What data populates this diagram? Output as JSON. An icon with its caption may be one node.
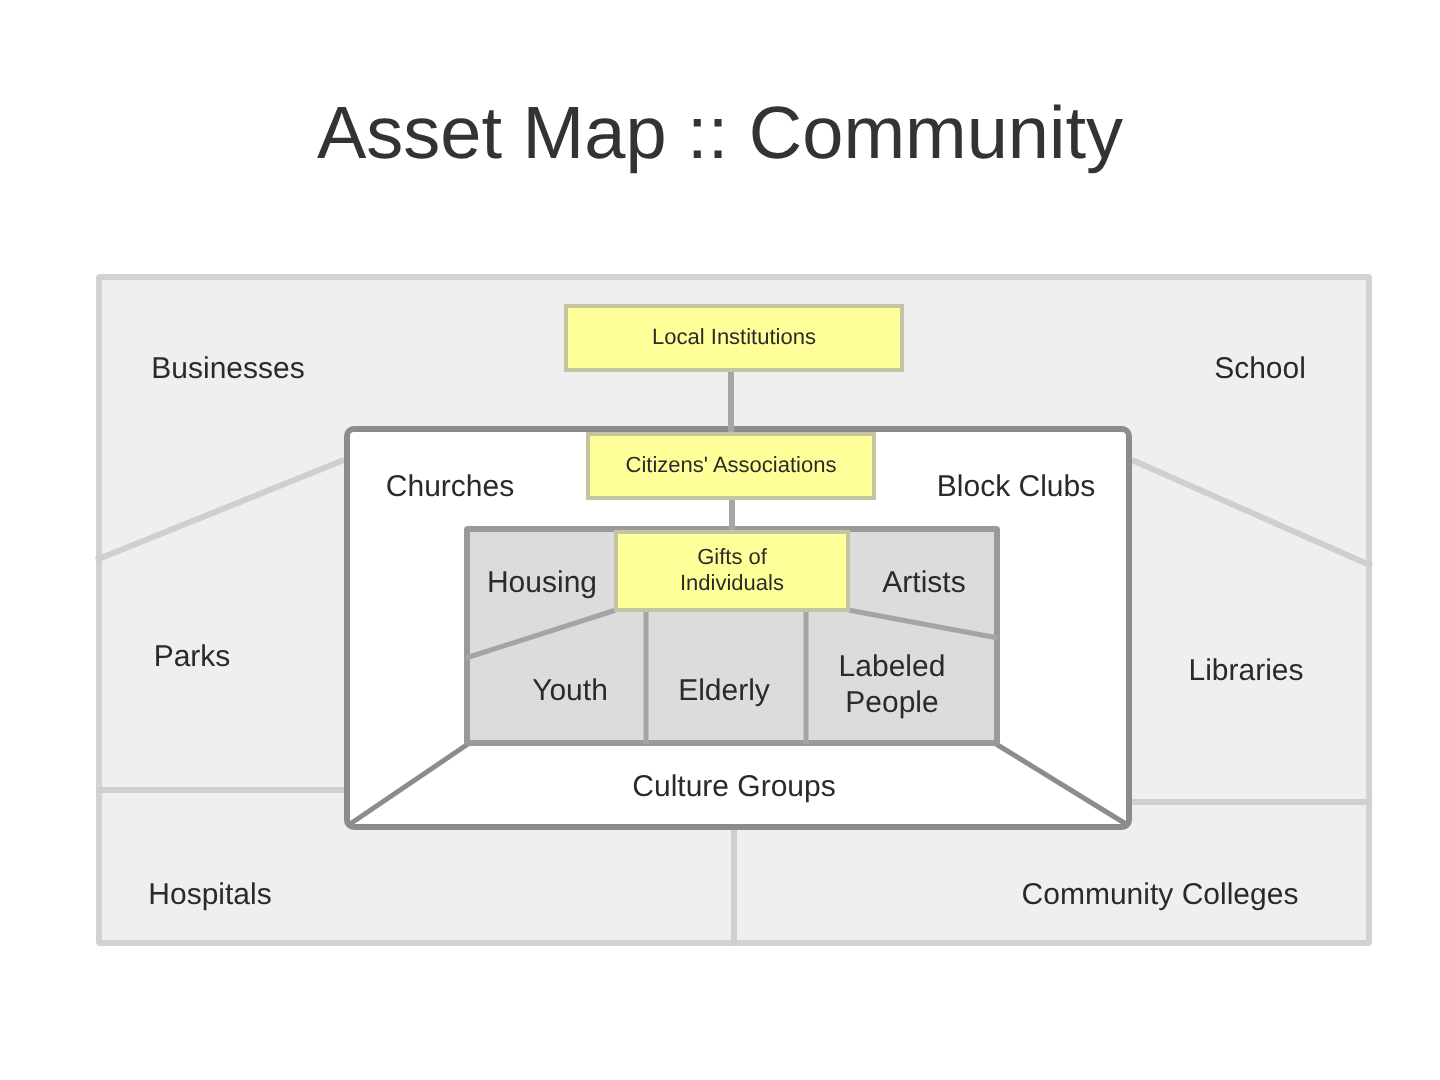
{
  "diagram": {
    "title": "Asset Map :: Community",
    "nodes": [
      {
        "text": [],
        "shape": "box"
      },
      {
        "text": [
          "Local Institutions"
        ],
        "in": 0
      },
      {
        "text": [
          "Businesses"
        ],
        "in": 0
      },
      {
        "text": [
          "School"
        ],
        "in": 0
      },
      {
        "text": [],
        "shape": "box",
        "in": 0
      },
      {
        "text": [
          "Citizens' Associations"
        ],
        "in": 4
      },
      {
        "text": [
          "Churches"
        ],
        "in": 4
      },
      {
        "text": [
          "Block Clubs"
        ],
        "in": 4
      },
      {
        "text": [],
        "shape": "box",
        "in": 4
      },
      {
        "text": [
          "Housing"
        ],
        "in": 8
      },
      {
        "text": [
          "Gifts of Individuals"
        ],
        "in": 8
      },
      {
        "text": [
          "Artists"
        ],
        "in": 8
      },
      {
        "text": [
          "Youth"
        ],
        "in": 8
      },
      {
        "text": [
          "Elderly"
        ],
        "in": 8
      },
      {
        "text": [
          "Labeled People"
        ],
        "in": 8
      },
      {
        "text": [
          "Culture Groups"
        ],
        "in": 4
      },
      {
        "text": [
          "Parks"
        ],
        "in": 0
      },
      {
        "text": [
          "Libraries"
        ],
        "in": 0
      },
      {
        "text": [
          "Hospitals"
        ],
        "in": 0
      },
      {
        "text": [
          "Community Colleges"
        ],
        "in": 0
      }
    ],
    "edges": [
      {
        "from": 1,
        "to": 5,
        "arrow": "none"
      },
      {
        "from": 5,
        "to": 10,
        "arrow": "none"
      }
    ]
  }
}
